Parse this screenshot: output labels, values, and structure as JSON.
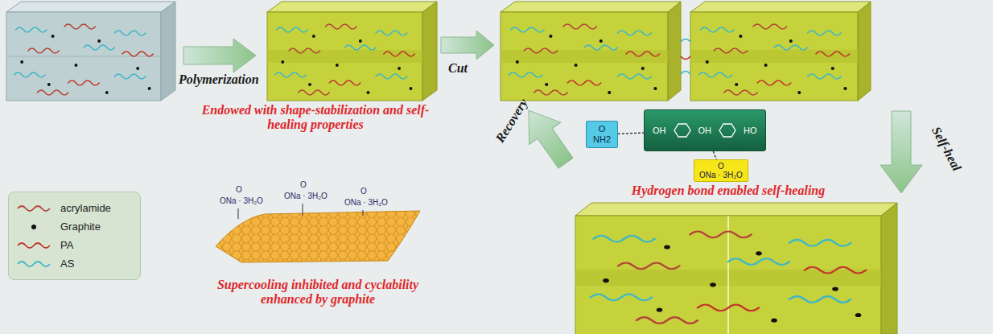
{
  "diagram": {
    "nodes": [
      {
        "text": [
          "O",
          "NH2"
        ]
      },
      {
        "text": [
          "OH",
          "OH",
          "HO"
        ]
      },
      {
        "text": [
          "O",
          "ONa · 3H₂O"
        ]
      }
    ],
    "edges": [
      {
        "from": 0,
        "to": 1,
        "arrow": "none"
      },
      {
        "from": 1,
        "to": 2,
        "arrow": "none"
      }
    ],
    "labels": [
      "Polymerization",
      "Endowed with shape-stabilization and self-healing properties",
      "Cut",
      "Self-heal",
      "Recovery",
      "Hydrogen bond enabled self-healing",
      "Supercooling inhibited and cyclability enhanced by graphite",
      "O",
      "ONa · 3H₂O",
      "O",
      "ONa · 3H₂O",
      "O",
      "ONa · 3H₂O"
    ],
    "legend": [
      {
        "text": "acrylamide"
      },
      {
        "text": "Graphite"
      },
      {
        "text": "PA"
      },
      {
        "text": "AS"
      }
    ]
  }
}
